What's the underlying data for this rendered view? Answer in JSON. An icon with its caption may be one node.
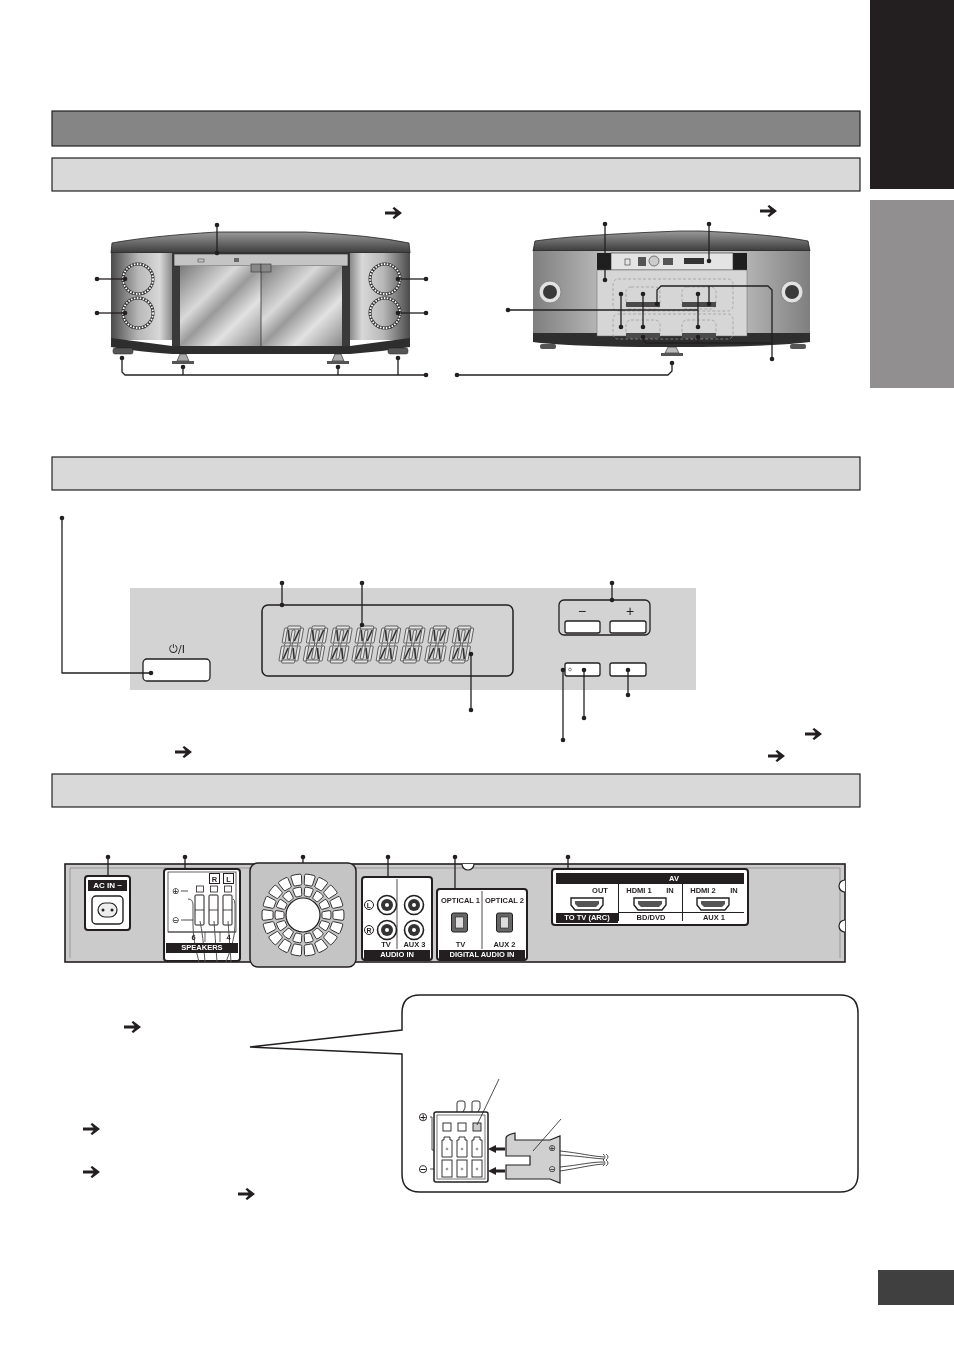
{
  "diagram": {
    "nodes": [
      {
        "text": [],
        "shape": "box"
      },
      {
        "text": [],
        "shape": "box"
      },
      {
        "text": [],
        "shape": "box"
      }
    ],
    "labels": [
      "⏻/I",
      "−",
      "+",
      "AC IN ~",
      "R",
      "L",
      "⊕",
      "⊖",
      "6",
      "4",
      "SPEAKERS",
      "L",
      "R",
      "TV",
      "AUX 3",
      "AUDIO IN",
      "OPTICAL 1",
      "OPTICAL 2",
      "TV",
      "AUX 2",
      "DIGITAL AUDIO IN",
      "AV",
      "OUT",
      "HDMI 1",
      "IN",
      "HDMI 2",
      "IN",
      "TO TV (ARC)",
      "BD/DVD",
      "AUX 1",
      "⊕",
      "⊖",
      "⊕",
      "⊖"
    ]
  }
}
